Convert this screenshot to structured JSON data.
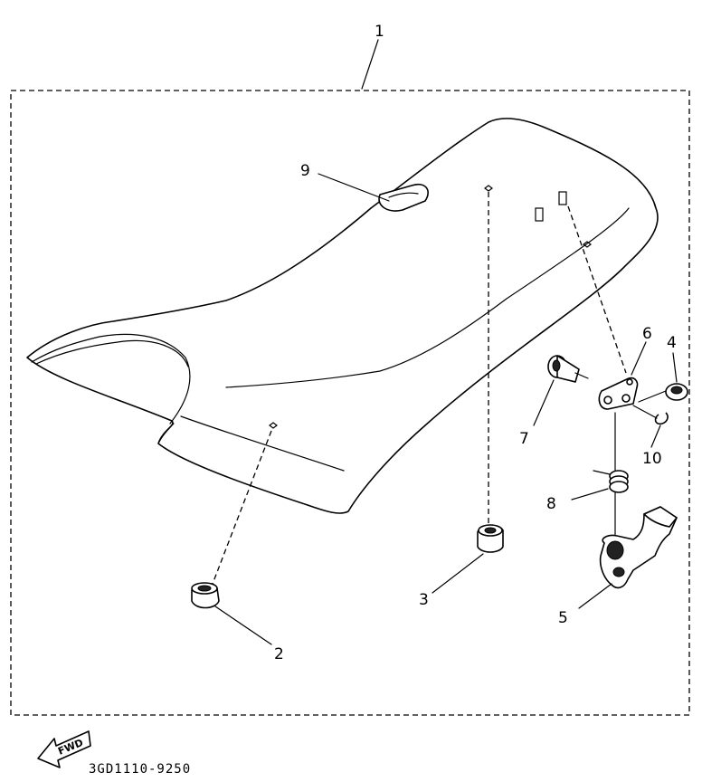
{
  "diagram": {
    "assembly_number": "1",
    "part_code": "3GD1110-9250",
    "fwd_label": "FWD",
    "callouts": [
      {
        "id": "2",
        "label": "2"
      },
      {
        "id": "3",
        "label": "3"
      },
      {
        "id": "4",
        "label": "4"
      },
      {
        "id": "5",
        "label": "5"
      },
      {
        "id": "6",
        "label": "6"
      },
      {
        "id": "7",
        "label": "7"
      },
      {
        "id": "8",
        "label": "8"
      },
      {
        "id": "9",
        "label": "9"
      },
      {
        "id": "10",
        "label": "10"
      }
    ]
  }
}
